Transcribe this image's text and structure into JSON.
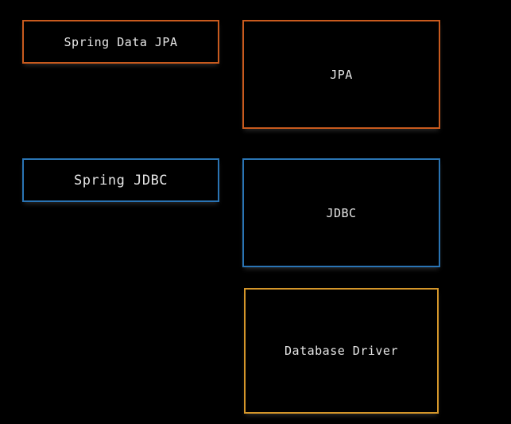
{
  "colors": {
    "background": "#000000",
    "text": "#e6e6e6",
    "jpa_layer": "#c85a1e",
    "jdbc_layer": "#2a74b4",
    "driver_layer": "#d4962a"
  },
  "boxes": {
    "spring_data_jpa": "Spring Data JPA",
    "jpa": "JPA",
    "spring_jdbc": "Spring JDBC",
    "jdbc": "JDBC",
    "database_driver": "Database Driver"
  }
}
